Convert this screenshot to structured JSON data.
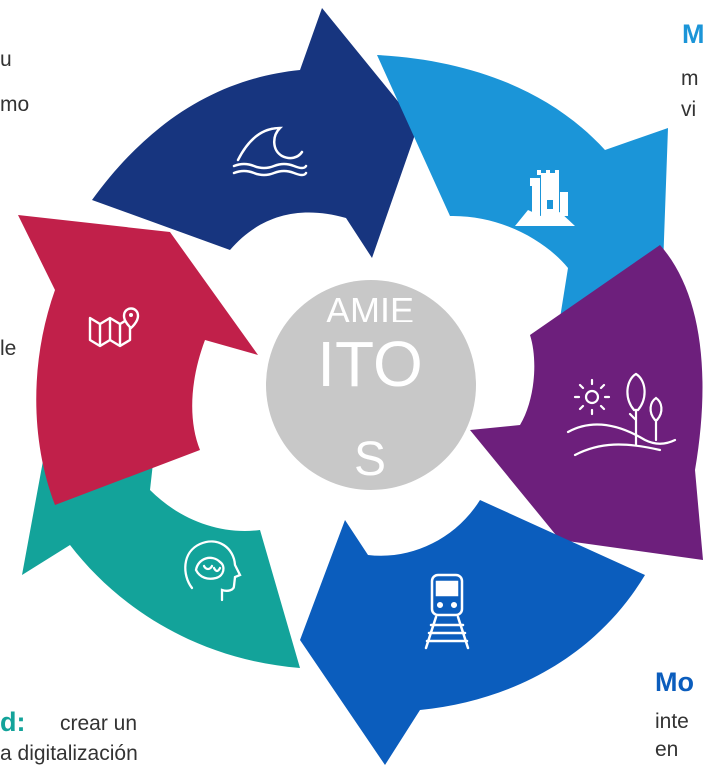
{
  "colors": {
    "navy": "#17357f",
    "sky": "#1b95d8",
    "purple": "#6d1f7c",
    "blue": "#0b5dbd",
    "teal": "#13a39a",
    "crimson": "#c1204a",
    "center": "#c8c8c8",
    "cyan_text": "#1b95d8",
    "blue_text": "#0b5dbd",
    "teal_text": "#13a39a"
  },
  "segments": [
    {
      "id": "navy",
      "icon": "wave-icon"
    },
    {
      "id": "sky",
      "icon": "castle-icon"
    },
    {
      "id": "purple",
      "icon": "landscape-sun-tree-icon"
    },
    {
      "id": "blue",
      "icon": "train-icon"
    },
    {
      "id": "teal",
      "icon": "head-brain-icon"
    },
    {
      "id": "crimson",
      "icon": "map-pin-icon"
    }
  ],
  "center_label": {
    "line1": "AMIE",
    "line2": "ITO",
    "line3": "S"
  },
  "texts": {
    "top_left_1": "u",
    "top_left_2": "mo",
    "mid_left": "le",
    "top_right_title": "M",
    "top_right_1": "m",
    "top_right_2": "vi",
    "bottom_right_title": "Mo",
    "bottom_right_1": "inte",
    "bottom_right_2": "en",
    "bottom_left_title": "d:",
    "bottom_left_1": "crear un",
    "bottom_left_2": "a digitalización"
  }
}
